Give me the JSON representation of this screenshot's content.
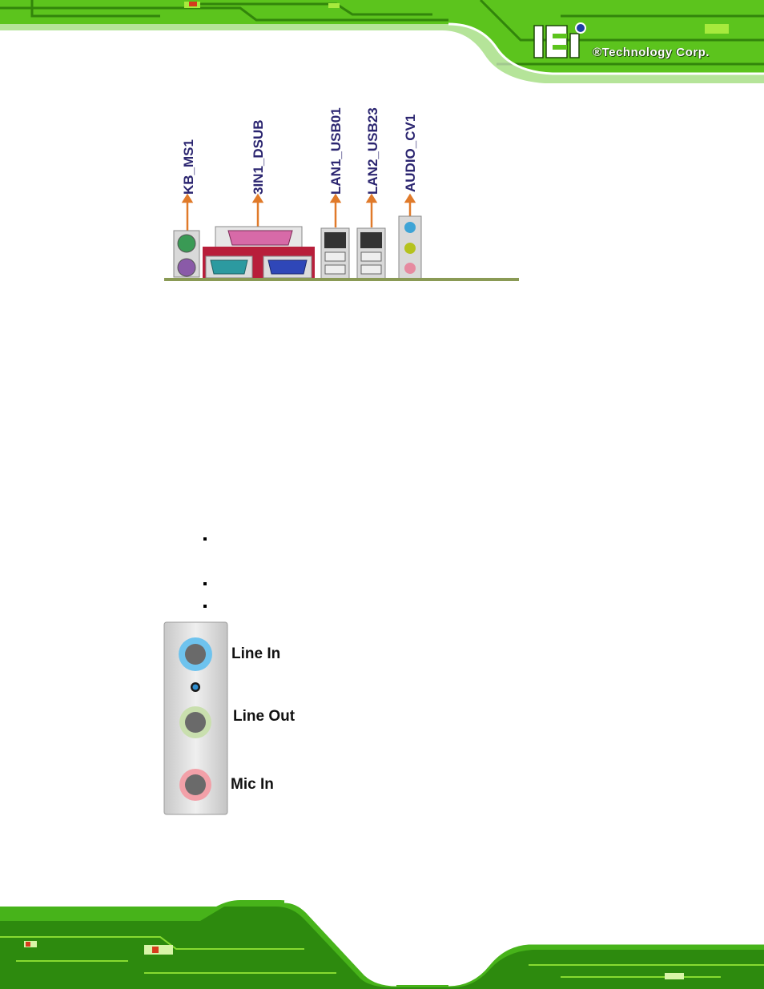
{
  "header": {
    "logo_text": "iEi",
    "brand_text": "®Technology Corp."
  },
  "connector_figure": {
    "labels": [
      "KB_MS1",
      "3IN1_DSUB",
      "LAN1_USB01",
      "LAN2_USB23",
      "AUDIO_CV1"
    ]
  },
  "audio_figure": {
    "jacks": [
      {
        "label": "Line In",
        "color": "#6ec3ee"
      },
      {
        "label": "Line Out",
        "color": "#bfd99a"
      },
      {
        "label": "Mic In",
        "color": "#f2a0a8"
      }
    ]
  },
  "colors": {
    "board_green": "#3fae1c",
    "label_blue": "#2b2570",
    "arrow_orange": "#e07a2a"
  }
}
